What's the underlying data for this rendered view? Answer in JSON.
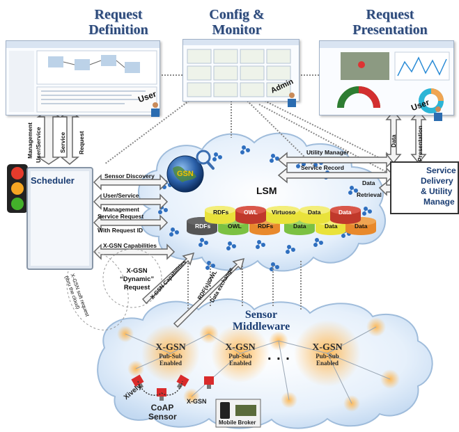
{
  "titles": {
    "request_definition": [
      "Request",
      "Definition"
    ],
    "config_monitor": [
      "Config &",
      "Monitor"
    ],
    "request_presentation": [
      "Request",
      "Presentation"
    ]
  },
  "roles": {
    "user_left": "User",
    "admin": "Admin",
    "user_right": "User"
  },
  "scheduler": {
    "label": "Scheduler"
  },
  "lsm": {
    "label": "LSM",
    "gsn_label": "GSN",
    "db_top": [
      "RDFs",
      "OWL",
      "Virtuoso",
      "Data",
      "Data"
    ],
    "db_bottom": [
      "RDFs",
      "OWL",
      "RDFs",
      "Data",
      "Data",
      "Data"
    ]
  },
  "service_delivery": {
    "label": [
      "Service",
      "Delivery",
      "& Utility",
      "Manage"
    ]
  },
  "middleware": {
    "label": [
      "Sensor",
      "Middleware"
    ],
    "nodes": [
      {
        "name": "X-GSN",
        "sub": [
          "Pub-Sub",
          "Enabled"
        ]
      },
      {
        "name": "X-GSN",
        "sub": [
          "Pub-Sub",
          "Enabled"
        ]
      },
      {
        "name": "X-GSN",
        "sub": [
          "Pub-Sub",
          "Enabled"
        ]
      }
    ],
    "ellipsis": ". . .",
    "xively": "Xively",
    "coap": [
      "CoAP",
      "Sensor"
    ],
    "xgsn_small": "X-GSN",
    "mobile_broker": "Mobile Broker"
  },
  "arrows": {
    "management_user_service": [
      "Management",
      "User/Service"
    ],
    "service_request": [
      "Service",
      "Request"
    ],
    "sensor_discovery": "Sensor Discovery",
    "user_service_management": [
      "User/Service",
      "Management"
    ],
    "service_request_id": [
      "Service Request",
      "With Request ID"
    ],
    "xgsn_capabilities": "X-GSN Capabilities",
    "xgsn_dynamic_request": [
      "X-GSN",
      "“Dynamic”",
      "Request"
    ],
    "xgsn_soft_request": [
      "X-GSN soft request",
      "(thru the cloud)"
    ],
    "xgsn_capabilities_diag": "X-GSN Capabilities",
    "rdf_owl": "RDF(s)/OWL",
    "data_exchange": "Data exchange.",
    "utility_manager": "Utility Manager",
    "service_record": "Service Record",
    "data_retrieval": [
      "Data",
      "Retrieval"
    ],
    "data_presentation": [
      "Data",
      "Presentation"
    ]
  },
  "colors": {
    "title": "#2d4a7a",
    "cloud": "#cfe3f7",
    "db_yellow": "#e9e23a",
    "db_red": "#c0392b",
    "db_green": "#7cc142",
    "db_orange": "#e8892c",
    "db_gray": "#555555"
  }
}
